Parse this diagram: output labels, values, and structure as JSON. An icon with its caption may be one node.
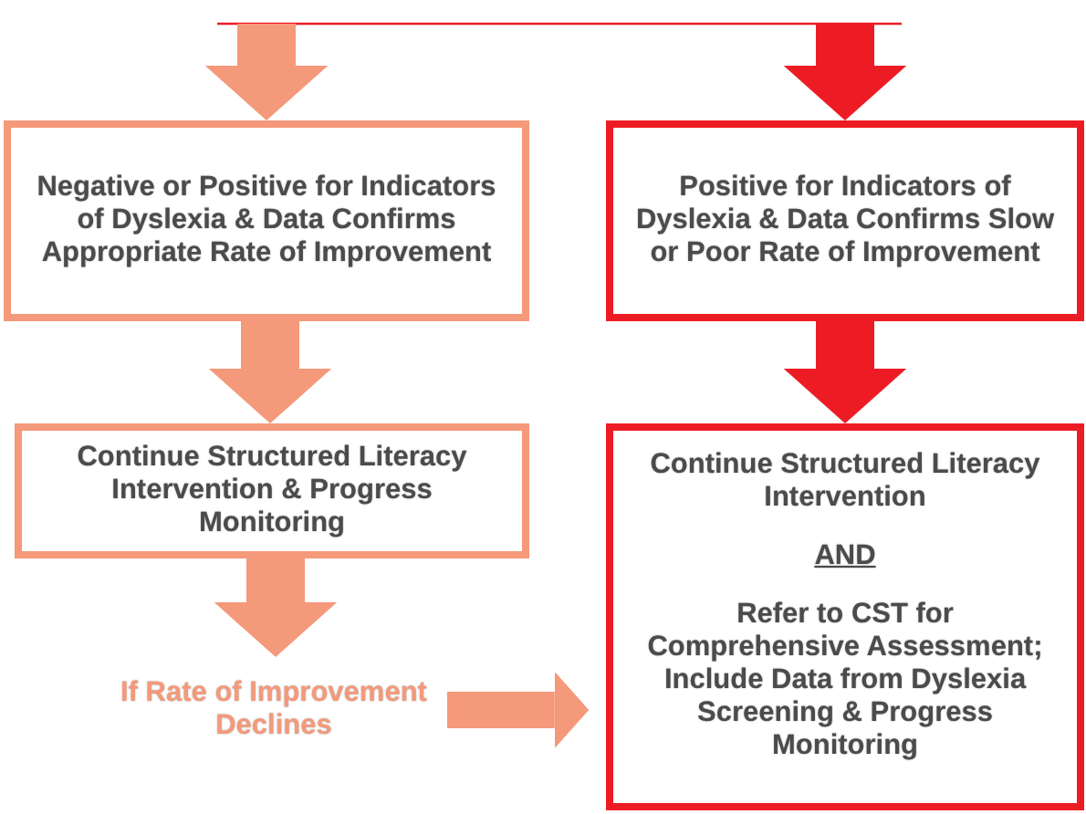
{
  "diagram": {
    "nodes": [
      {
        "text": [
          "Negative or Positive for Indicators of Dyslexia & Data Confirms Appropriate Rate of Improvement"
        ]
      },
      {
        "text": [
          "Positive for Indicators of Dyslexia & Data Confirms Slow or Poor Rate of Improvement"
        ]
      },
      {
        "text": [
          "Continue Structured Literacy Intervention & Progress Monitoring"
        ]
      },
      {
        "text": [
          "Continue Structured Literacy Intervention",
          "AND",
          "Refer to CST for Comprehensive Assessment; Include Data from Dyslexia Screening & Progress Monitoring"
        ]
      },
      {
        "text": [
          "If Rate of Improvement Declines"
        ]
      }
    ],
    "edges": [
      {
        "from": null,
        "to": 0,
        "arrow": "to"
      },
      {
        "from": null,
        "to": 1,
        "arrow": "to",
        "color": "#ed1c24"
      },
      {
        "from": 0,
        "to": 2,
        "arrow": "to"
      },
      {
        "from": 1,
        "to": 3,
        "arrow": "to",
        "color": "#ed1c24"
      },
      {
        "from": 2,
        "to": 4,
        "arrow": "to"
      },
      {
        "from": 4,
        "to": 3,
        "arrow": "to"
      }
    ]
  }
}
